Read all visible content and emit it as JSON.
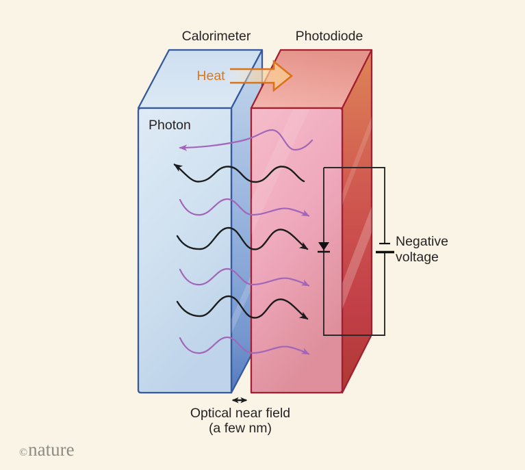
{
  "figure": {
    "type": "scientific-diagram",
    "components": {
      "calorimeter": {
        "label": "Calorimeter"
      },
      "photodiode": {
        "label": "Photodiode"
      },
      "heat_flow": {
        "label": "Heat"
      },
      "photon": {
        "label": "Photon"
      },
      "bias": {
        "label_line1": "Negative",
        "label_line2": "voltage"
      },
      "gap": {
        "label_line1": "Optical near field",
        "label_line2": "(a few nm)"
      }
    },
    "credit": {
      "symbol": "©",
      "name": "nature"
    },
    "icons": {
      "heat_arrow": "rightwards-block-arrow",
      "diode": "diode-triangle-down",
      "battery": "battery-cell-lines",
      "gap_arrow": "left-right-double-arrow",
      "photon_wave_black": "sine-wave-arrow",
      "photon_wave_purple": "sine-wave-arrow"
    },
    "colors": {
      "background": "#F9F4E6",
      "calorimeter_face": "#D3E2F1",
      "calorimeter_edge": "#35599F",
      "photodiode_face": "#EFA9BD",
      "photodiode_edge": "#A21F2F",
      "heat_accent": "#D9731A",
      "wave_black": "#1C1C1C",
      "wave_purple": "#A266B8",
      "circuit_line": "#2A2A2A",
      "text": "#272325",
      "credit_gray": "#8C8C84"
    }
  }
}
